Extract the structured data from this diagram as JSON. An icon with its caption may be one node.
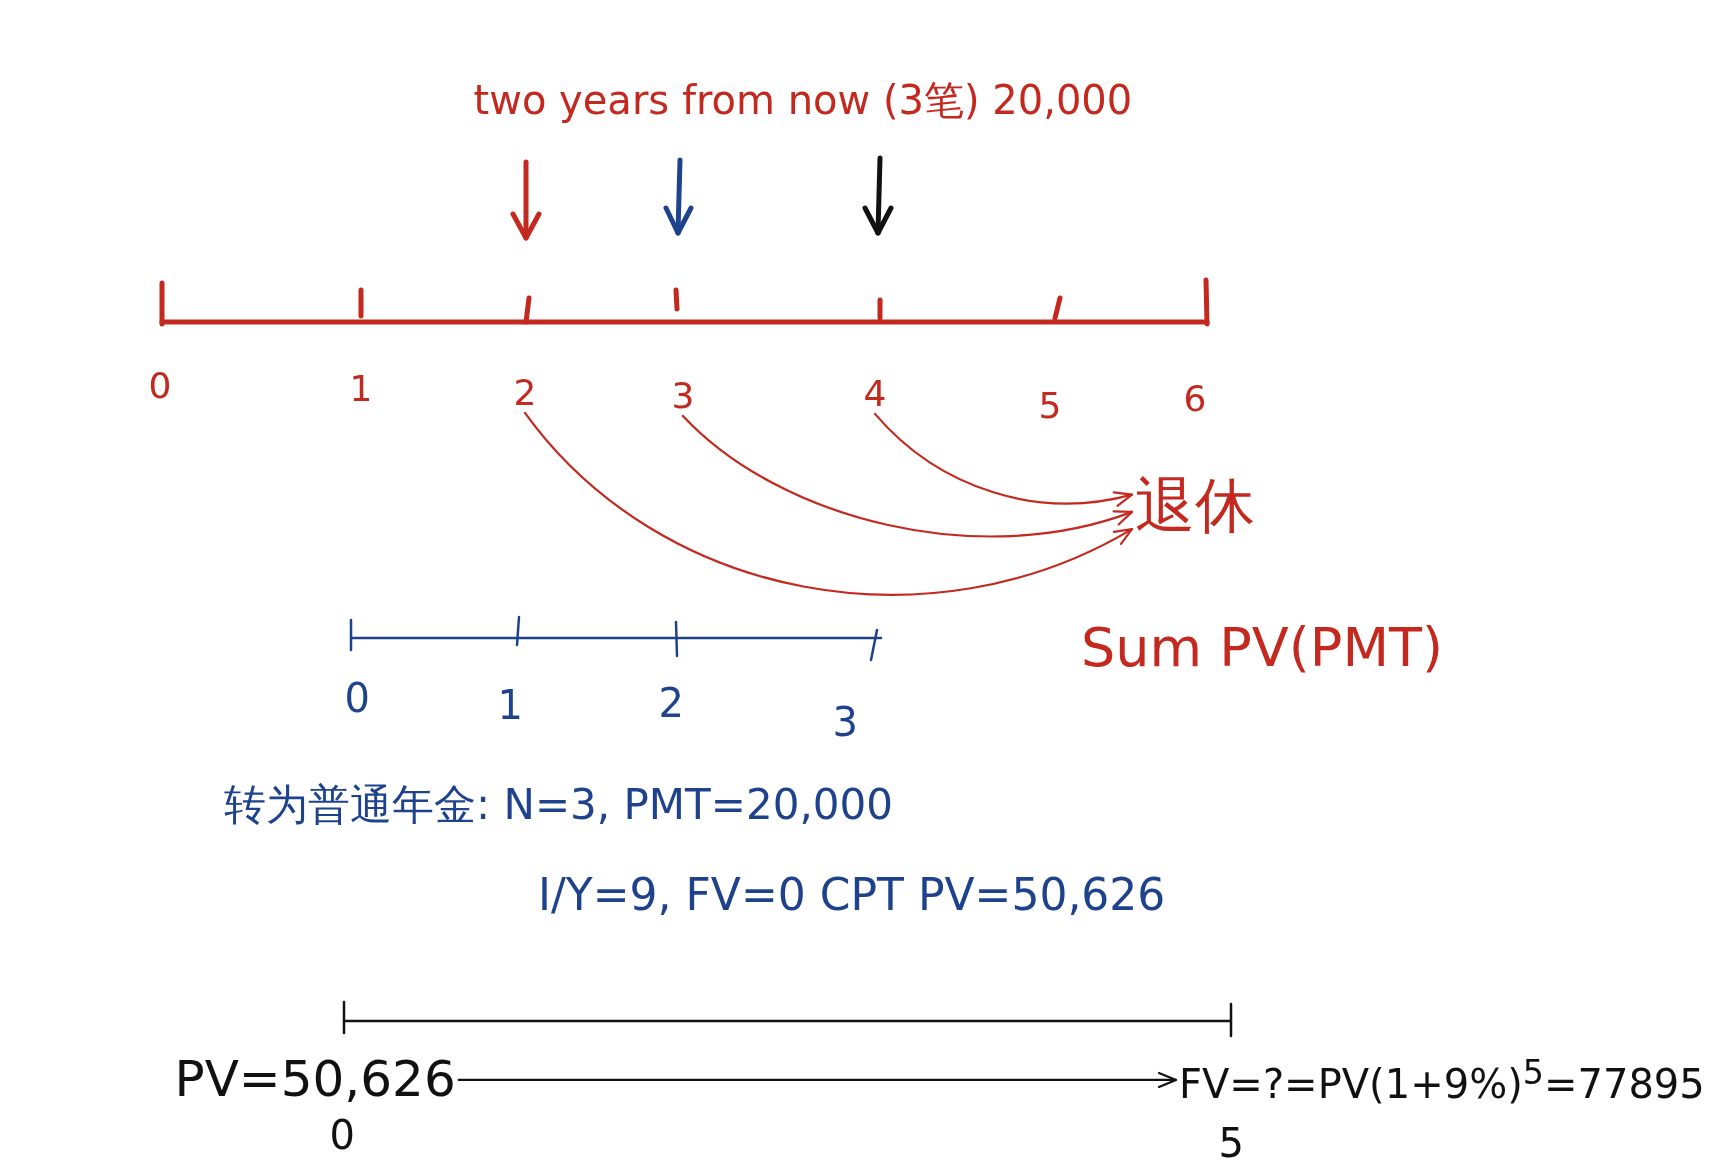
{
  "diagram": {
    "nodes": [
      {
        "text": [
          "two years from now (3笔) 20,000"
        ]
      },
      {
        "text": [
          "2"
        ]
      },
      {
        "text": [
          "3"
        ]
      },
      {
        "text": [
          "4"
        ]
      },
      {
        "text": [
          "退休"
        ]
      },
      {
        "text": [
          "PV=50,626"
        ]
      },
      {
        "text": [
          "FV=?=PV(1+9%)$^{5}$=77895"
        ]
      }
    ],
    "edges": [
      {
        "from": 1,
        "to": 4,
        "arrow": "to"
      },
      {
        "from": 2,
        "to": 4,
        "arrow": "to"
      },
      {
        "from": 3,
        "to": 4,
        "arrow": "to"
      },
      {
        "from": 5,
        "to": 6,
        "arrow": "to",
        "color": "#111111"
      }
    ],
    "labels": [
      "0",
      "1",
      "5",
      "6",
      "Sum PV(PMT)",
      "0",
      "1",
      "2",
      "3",
      "转为普通年金: N=3, PMT=20,000",
      "I/Y=9, FV=0 CPT PV=50,626",
      "0",
      "5"
    ]
  }
}
